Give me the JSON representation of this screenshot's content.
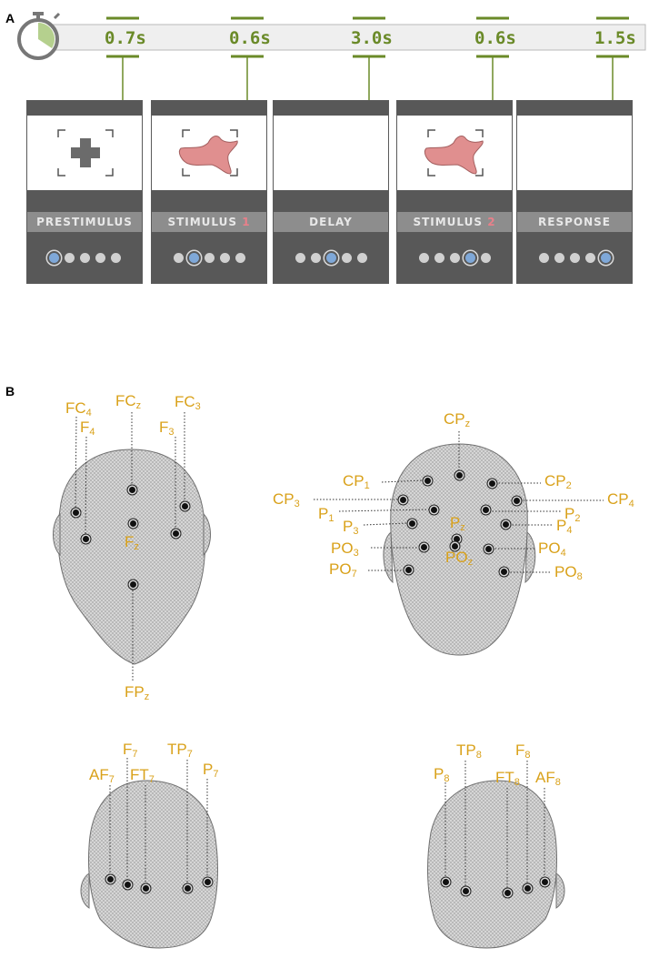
{
  "panels": {
    "a": "A",
    "b": "B"
  },
  "timeline": {
    "times": [
      "0.7s",
      "0.6s",
      "3.0s",
      "0.6s",
      "1.5s"
    ],
    "stages": [
      {
        "label": "PRESTIMULUS",
        "num": "",
        "content": "fixation-cross",
        "active_dot": 0
      },
      {
        "label": "STIMULUS ",
        "num": "1",
        "content": "shape",
        "active_dot": 1
      },
      {
        "label": "DELAY",
        "num": "",
        "content": "blank",
        "active_dot": 2
      },
      {
        "label": "STIMULUS ",
        "num": "2",
        "content": "shape",
        "active_dot": 3
      },
      {
        "label": "RESPONSE",
        "num": "",
        "content": "blank",
        "active_dot": 4
      }
    ],
    "colors": {
      "accent": "#6a8a28",
      "card": "#585858",
      "label_bg": "#8d8d8d",
      "shape": "#e08f8f",
      "active_dot": "#7fa8d8"
    }
  },
  "electrodes": {
    "color": "#d9a11a",
    "frontal": [
      {
        "base": "FC",
        "sub": "4"
      },
      {
        "base": "F",
        "sub": "4"
      },
      {
        "base": "FC",
        "sub": "z"
      },
      {
        "base": "FC",
        "sub": "3"
      },
      {
        "base": "F",
        "sub": "3"
      },
      {
        "base": "F",
        "sub": "z"
      },
      {
        "base": "FP",
        "sub": "z"
      }
    ],
    "posterior": [
      {
        "base": "CP",
        "sub": "z"
      },
      {
        "base": "CP",
        "sub": "1"
      },
      {
        "base": "CP",
        "sub": "2"
      },
      {
        "base": "CP",
        "sub": "3"
      },
      {
        "base": "CP",
        "sub": "4"
      },
      {
        "base": "P",
        "sub": "1"
      },
      {
        "base": "P",
        "sub": "2"
      },
      {
        "base": "P",
        "sub": "3"
      },
      {
        "base": "P",
        "sub": "4"
      },
      {
        "base": "P",
        "sub": "z"
      },
      {
        "base": "PO",
        "sub": "3"
      },
      {
        "base": "PO",
        "sub": "4"
      },
      {
        "base": "PO",
        "sub": "z"
      },
      {
        "base": "PO",
        "sub": "7"
      },
      {
        "base": "PO",
        "sub": "8"
      }
    ],
    "left": [
      {
        "base": "F",
        "sub": "7"
      },
      {
        "base": "AF",
        "sub": "7"
      },
      {
        "base": "FT",
        "sub": "7"
      },
      {
        "base": "TP",
        "sub": "7"
      },
      {
        "base": "P",
        "sub": "7"
      }
    ],
    "right": [
      {
        "base": "P",
        "sub": "8"
      },
      {
        "base": "TP",
        "sub": "8"
      },
      {
        "base": "F",
        "sub": "8"
      },
      {
        "base": "FT",
        "sub": "8"
      },
      {
        "base": "AF",
        "sub": "8"
      }
    ]
  }
}
